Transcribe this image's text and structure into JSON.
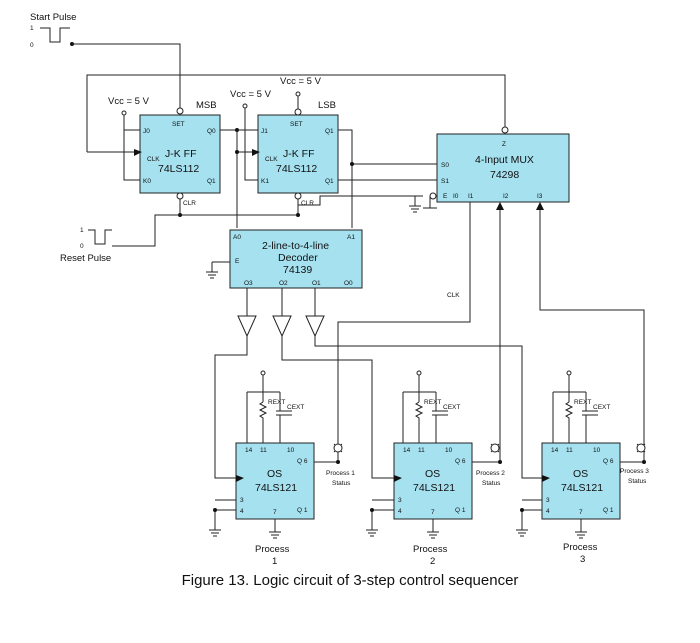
{
  "caption": "Figure 13. Logic circuit of 3-step control sequencer",
  "inputs": {
    "start_pulse": {
      "label": "Start Pulse",
      "high": "1",
      "low": "0"
    },
    "reset_pulse": {
      "label": "Reset Pulse",
      "high": "1",
      "low": "0"
    }
  },
  "supply": {
    "label_1": "Vcc = 5 V",
    "label_2": "Vcc = 5 V",
    "label_3": "Vcc = 5 V"
  },
  "ff_msb": {
    "tag": "MSB",
    "line1": "J-K FF",
    "line2": "74LS112",
    "pins": {
      "set": "SET",
      "j": "J0",
      "clk": "CLK",
      "k": "K0",
      "q": "Q0",
      "qbar": "Q1",
      "clr": "CLR"
    }
  },
  "ff_lsb": {
    "tag": "LSB",
    "line1": "J-K FF",
    "line2": "74LS112",
    "pins": {
      "set": "SET",
      "j": "J1",
      "clk": "CLK",
      "k": "K1",
      "q": "Q1",
      "qbar": "Q1",
      "clr": "CLR"
    }
  },
  "mux": {
    "line1": "4-Input MUX",
    "line2": "74298",
    "pins": {
      "z": "Z",
      "s0": "S0",
      "s1": "S1",
      "e": "E",
      "i0": "I0",
      "i1": "I1",
      "i2": "I2",
      "i3": "I3"
    },
    "clk_label": "CLK"
  },
  "decoder": {
    "line1": "2-line-to-4-line",
    "line2": "Decoder",
    "line3": "74139",
    "pins": {
      "a0": "A0",
      "a1": "A1",
      "e": "E",
      "o3": "O3",
      "o2": "O2",
      "o1": "O1",
      "o0": "O0"
    }
  },
  "one_shots": [
    {
      "line1": "OS",
      "line2": "74LS121",
      "pin14": "14",
      "pin11": "11",
      "pin10": "10",
      "q": "Q 6",
      "pin3": "3",
      "pin4": "4",
      "pin7": "7",
      "qbar": "Q 1",
      "rext": "REXT",
      "cext": "CEXT",
      "status_1": "Process 1",
      "status_2": "Status",
      "process_1": "Process",
      "process_2": "1"
    },
    {
      "line1": "OS",
      "line2": "74LS121",
      "pin14": "14",
      "pin11": "11",
      "pin10": "10",
      "q": "Q 6",
      "pin3": "3",
      "pin4": "4",
      "pin7": "7",
      "qbar": "Q 1",
      "rext": "REXT",
      "cext": "CEXT",
      "status_1": "Process 2",
      "status_2": "Status",
      "process_1": "Process",
      "process_2": "2"
    },
    {
      "line1": "OS",
      "line2": "74LS121",
      "pin14": "14",
      "pin11": "11",
      "pin10": "10",
      "q": "Q 6",
      "pin3": "3",
      "pin4": "4",
      "pin7": "7",
      "qbar": "Q 1",
      "rext": "REXT",
      "cext": "CEXT",
      "status_1": "Process 3",
      "status_2": "Status",
      "process_1": "Process",
      "process_2": "3"
    }
  ]
}
